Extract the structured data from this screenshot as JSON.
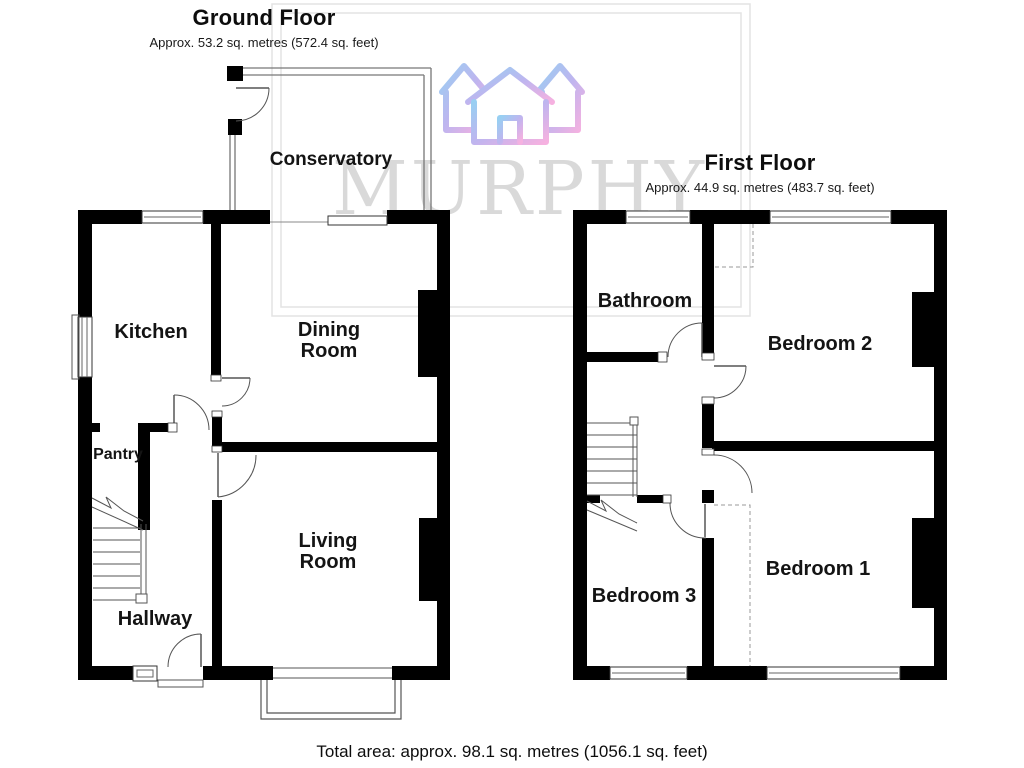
{
  "watermark": {
    "brand": "MURPHY",
    "logo": "three-houses-icon",
    "colors": {
      "blue": "#85C6EF",
      "pink": "#F2A0DA",
      "text_gray": "#D6D6D6",
      "frame_gray": "#E3E3E3"
    }
  },
  "floors": [
    {
      "id": "ground",
      "title": "Ground Floor",
      "area": "Approx. 53.2 sq. metres (572.4 sq. feet)",
      "rooms": [
        "Conservatory",
        "Kitchen",
        "Dining Room",
        "Pantry",
        "Living Room",
        "Hallway"
      ]
    },
    {
      "id": "first",
      "title": "First Floor",
      "area": "Approx. 44.9 sq. metres (483.7 sq. feet)",
      "rooms": [
        "Bathroom",
        "Bedroom 2",
        "Bedroom 3",
        "Bedroom 1"
      ]
    }
  ],
  "footer": {
    "total_area": "Total area: approx. 98.1 sq. metres (1056.1 sq. feet)"
  }
}
